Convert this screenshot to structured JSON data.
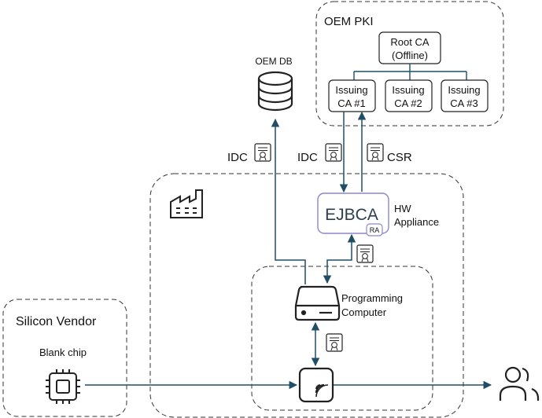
{
  "colors": {
    "line": "#1f4e66",
    "dash": "#333333",
    "text": "#111111",
    "ejbca_border": "#8b86cf",
    "ejbca_text": "#2c3e50",
    "icon": "#222222"
  },
  "oem_pki": {
    "title": "OEM PKI",
    "root_ca_line1": "Root CA",
    "root_ca_line2": "(Offline)",
    "issuing": [
      {
        "line1": "Issuing",
        "line2": "CA #1"
      },
      {
        "line1": "Issuing",
        "line2": "CA #2"
      },
      {
        "line1": "Issuing",
        "line2": "CA #3"
      }
    ]
  },
  "oem_db": {
    "label": "OEM DB",
    "icon": "database-icon"
  },
  "flows": {
    "idc_db": "IDC",
    "idc_ca": "IDC",
    "csr": "CSR",
    "certificate_icon": "certificate-icon"
  },
  "factory": {
    "icon": "factory-icon"
  },
  "ejbca": {
    "name": "EJBCA",
    "badge": "RA",
    "caption_line1": "HW",
    "caption_line2": "Appliance"
  },
  "programming_computer": {
    "line1": "Programming",
    "line2": "Computer",
    "icon": "hard-drive-icon"
  },
  "silicon_vendor": {
    "title": "Silicon Vendor",
    "chip_label": "Blank chip",
    "chip_icon": "chip-icon"
  },
  "programmer_device": {
    "icon": "nfc-programmer-icon"
  },
  "users": {
    "icon": "users-icon"
  }
}
